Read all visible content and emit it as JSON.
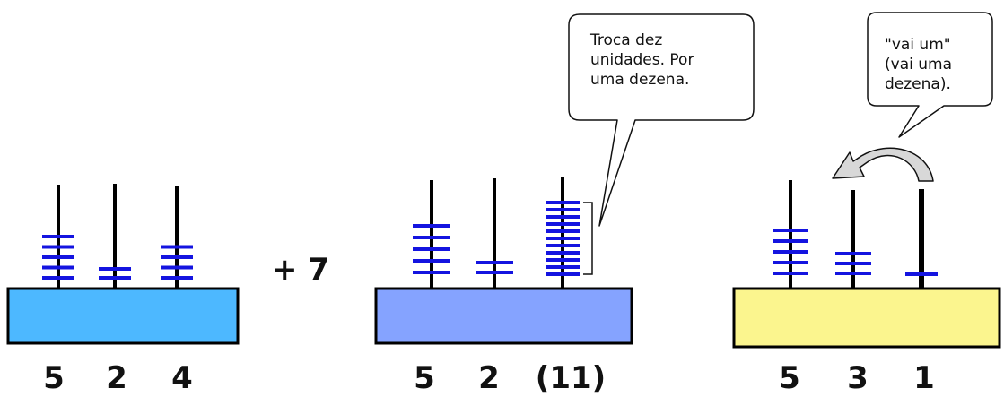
{
  "abacuses": [
    {
      "id": "first",
      "color": "#4db8ff",
      "beads": [
        5,
        2,
        4
      ],
      "labels": [
        "5",
        "2",
        "4"
      ]
    },
    {
      "id": "second",
      "color": "#85a3ff",
      "beads": [
        5,
        2,
        11
      ],
      "labels": [
        "5",
        "2",
        "(11)"
      ]
    },
    {
      "id": "third",
      "color": "#fbf58e",
      "beads": [
        5,
        3,
        1
      ],
      "labels": [
        "5",
        "3",
        "1"
      ]
    }
  ],
  "operation": "+ 7",
  "callouts": {
    "exchange": "Troca dez\nunidades. Por\numa dezena.",
    "carry": "\"vai um\"\n(vai uma\ndezena)."
  },
  "colors": {
    "bead": "#1414e0",
    "rod": "#000000",
    "outline": "#000000",
    "arrow_fill": "#d8d8d8"
  }
}
